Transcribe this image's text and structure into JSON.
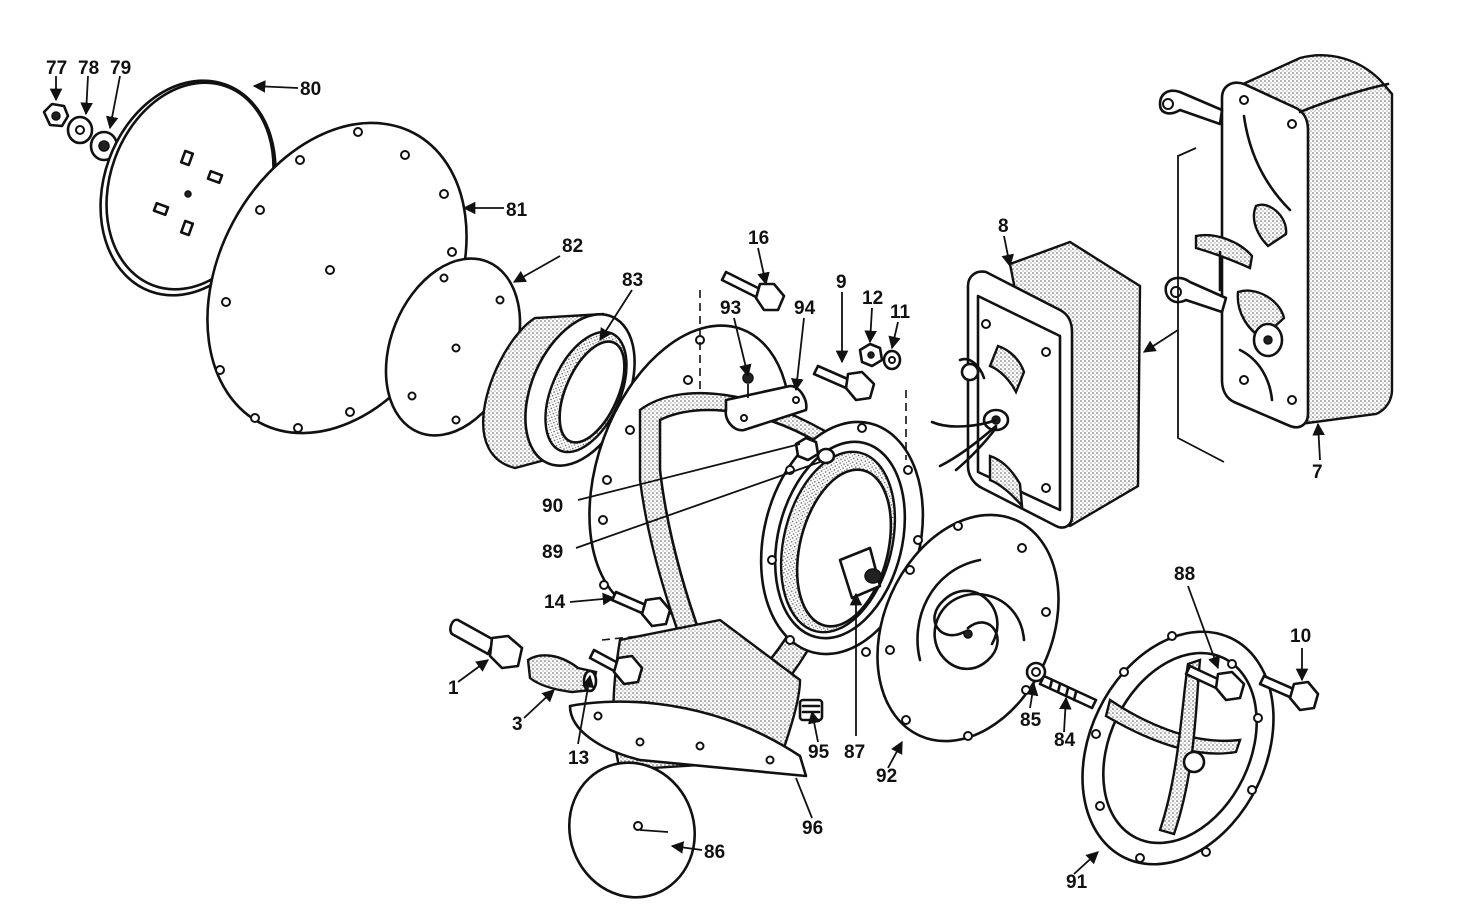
{
  "callouts": {
    "c1": "1",
    "c3": "3",
    "c7": "7",
    "c8": "8",
    "c9": "9",
    "c10": "10",
    "c11": "11",
    "c12": "12",
    "c13": "13",
    "c14": "14",
    "c16": "16",
    "c77": "77",
    "c78": "78",
    "c79": "79",
    "c80": "80",
    "c81": "81",
    "c82": "82",
    "c83": "83",
    "c84": "84",
    "c85": "85",
    "c86": "86",
    "c87": "87",
    "c88": "88",
    "c89": "89",
    "c90": "90",
    "c91": "91",
    "c92": "92",
    "c93": "93",
    "c94": "94",
    "c95": "95",
    "c96": "96"
  }
}
